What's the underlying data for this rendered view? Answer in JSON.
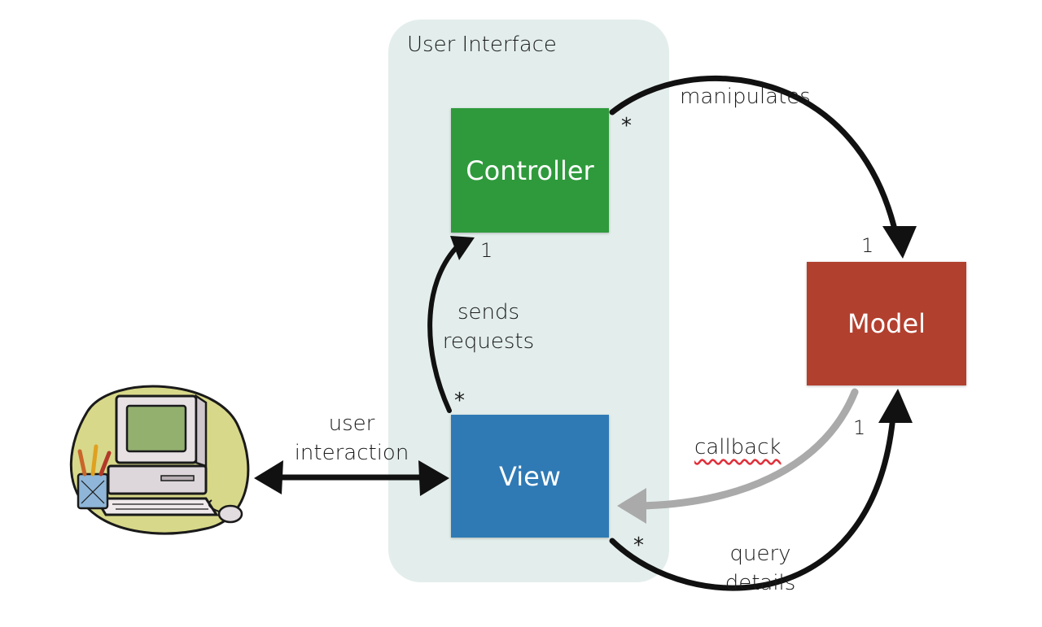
{
  "ui_group": {
    "title": "User Interface"
  },
  "nodes": {
    "controller": "Controller",
    "view": "View",
    "model": "Model"
  },
  "edges": {
    "manipulates": "manipulates",
    "sends_requests_line1": "sends",
    "sends_requests_line2": "requests",
    "user_interaction_line1": "user",
    "user_interaction_line2": "interaction",
    "callback": "callback",
    "query_details_line1": "query",
    "query_details_line2": "details"
  },
  "multiplicities": {
    "controller_manipulates": "*",
    "model_manipulated": "1",
    "controller_requests": "1",
    "view_requests": "*",
    "view_query": "*",
    "model_query": "1"
  },
  "icons": {
    "computer_clipart": "computer-clipart-icon"
  },
  "colors": {
    "controller": "#2f9a3c",
    "view": "#2f7ab5",
    "model": "#b2402f",
    "ui_group": "#e3eeec",
    "callback_arrow": "#aaaaaa"
  }
}
